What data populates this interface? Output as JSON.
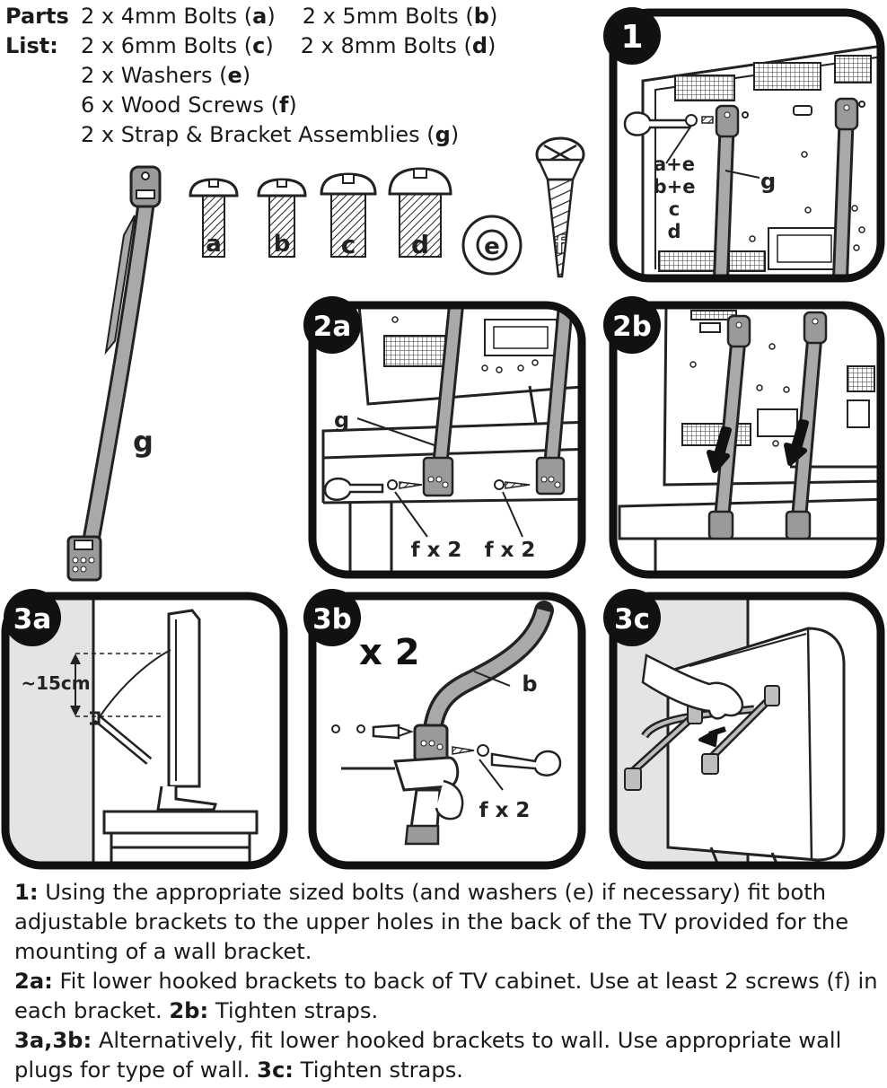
{
  "parts": {
    "heading1": "Parts",
    "heading2": "List:",
    "rows": [
      [
        {
          "t": "2 x 4mm Bolts ("
        },
        {
          "b": "a"
        },
        {
          "t": ")"
        },
        {
          "gap": true
        },
        {
          "t": "2 x 5mm Bolts ("
        },
        {
          "b": "b"
        },
        {
          "t": ")"
        }
      ],
      [
        {
          "t": "2 x 6mm Bolts ("
        },
        {
          "b": "c"
        },
        {
          "t": ")"
        },
        {
          "gap": true
        },
        {
          "t": "2 x 8mm Bolts ("
        },
        {
          "b": "d"
        },
        {
          "t": ")"
        }
      ],
      [
        {
          "t": "2 x Washers ("
        },
        {
          "b": "e"
        },
        {
          "t": ")"
        }
      ],
      [
        {
          "t": "6 x Wood Screws ("
        },
        {
          "b": "f"
        },
        {
          "t": ")"
        }
      ],
      [
        {
          "t": "2 x Strap & Bracket Assemblies ("
        },
        {
          "b": "g"
        },
        {
          "t": ")"
        }
      ]
    ]
  },
  "parts_labels": {
    "a": "a",
    "b": "b",
    "c": "c",
    "d": "d",
    "e": "e",
    "f": "f",
    "g": "g"
  },
  "panels": {
    "p1": {
      "badge": "1",
      "labels": [
        "a+e",
        "b+e",
        "c",
        "d"
      ],
      "strap": "g"
    },
    "p2a": {
      "badge": "2a",
      "strap": "g",
      "screws1": "f x 2",
      "screws2": "f x 2"
    },
    "p2b": {
      "badge": "2b"
    },
    "p3a": {
      "badge": "3a",
      "distance": "~15cm"
    },
    "p3b": {
      "badge": "3b",
      "multiplier": "x 2",
      "strap": "b",
      "screws": "f x 2"
    },
    "p3c": {
      "badge": "3c"
    }
  },
  "instructions": [
    {
      "bold": "1:",
      "text": " Using the appropriate sized bolts (and washers (e) if necessary) fit both adjustable brackets to the upper holes in the back of the TV provided for the mounting of a wall bracket."
    },
    {
      "bold": "2a:",
      "text": " Fit lower hooked brackets to back of TV cabinet. Use at least 2 screws (f) in each bracket.  ",
      "bold2": "2b:",
      "text2": " Tighten straps."
    },
    {
      "bold": "3a,3b:",
      "text": " Alternatively, fit lower hooked brackets to wall. Use appropriate wall plugs for type of wall.  ",
      "bold2": "3c:",
      "text2": " Tighten straps."
    }
  ]
}
